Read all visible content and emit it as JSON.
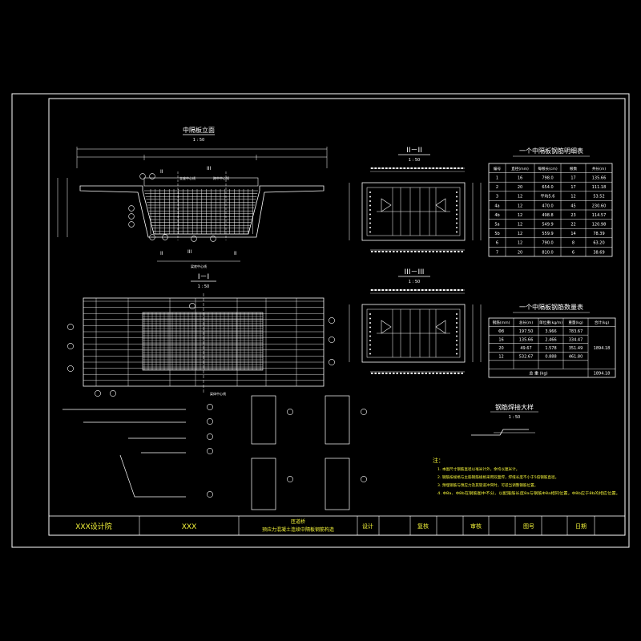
{
  "views": {
    "elevation": {
      "title": "中隔板立面",
      "scale": "1 : 50",
      "section_mark": "II",
      "mark3": "III",
      "center": "支座中心线",
      "center2": "跨中中心线",
      "base": "梁底中心线"
    },
    "section_1": {
      "title": "I－I",
      "scale": "1 : 50",
      "center": "梁体中心线"
    },
    "section_2": {
      "title": "II－II",
      "scale": "1 : 50"
    },
    "section_3": {
      "title": "III－III",
      "scale": "1 : 50"
    },
    "weld": {
      "title": "钢筋焊接大样",
      "scale": "1 : 50"
    }
  },
  "detail_table": {
    "title": "一个中隔板钢筋明细表",
    "headers": [
      "编号",
      "直径(mm)",
      "每根长(cm)",
      "根数",
      "共长(m)"
    ],
    "rows": [
      [
        "1",
        "16",
        "798.0",
        "17",
        "135.66"
      ],
      [
        "2",
        "20",
        "654.0",
        "17",
        "111.18"
      ],
      [
        "3",
        "12",
        "平均5.6",
        "12",
        "53.52"
      ],
      [
        "4a",
        "12",
        "470.0",
        "45",
        "230.60"
      ],
      [
        "4b",
        "12",
        "498.8",
        "23",
        "114.57"
      ],
      [
        "5a",
        "12",
        "549.9",
        "22",
        "120.98"
      ],
      [
        "5b",
        "12",
        "559.9",
        "14",
        "78.39"
      ],
      [
        "6",
        "12",
        "790.0",
        "8",
        "63.20"
      ],
      [
        "7",
        "20",
        "810.0",
        "6",
        "38.69"
      ]
    ]
  },
  "qty_table": {
    "title": "一个中隔板钢筋数量表",
    "headers": [
      "钢筋(mm)",
      "总长(m)",
      "单位重(kg/m)",
      "重量(kg)",
      "合计(kg)"
    ],
    "rows": [
      [
        "Φ8",
        "197.50",
        "3.966",
        "783.67",
        ""
      ],
      [
        "16",
        "135.66",
        "2.466",
        "334.47",
        ""
      ],
      [
        "20",
        "49.67",
        "1.578",
        "351.49",
        ""
      ],
      [
        "12",
        "532.67",
        "0.888",
        "461.80",
        ""
      ]
    ],
    "merged_total": "1894.18",
    "total_label": "总  重  (kg)",
    "total_value": "1894.18"
  },
  "notes": {
    "heading": "注：",
    "items": [
      "1.  本图尺寸钢筋直径以毫米计外，余均以厘米计。",
      "2.  钢筋按规格与主筋钢筋规格采用双面焊，焊缝长度不小于5倍钢筋直径。",
      "3.  预埋钢筋与预应力及其管道冲突时，可适当调整钢筋位置。",
      "4.  Φ8a、Φ8b在钢筋图中不分，以配箍筋长度8a与钢筋Φ8a相同位置，Φ8b应于8b的相应位置。"
    ]
  },
  "title_block": {
    "company": "XXX设计院",
    "project": "XXX",
    "drawing_title_1": "匝道桥",
    "drawing_title_2": "预应力混凝土连续中隔板钢筋构造",
    "design": "设计",
    "review": "复核",
    "audit": "审核",
    "drawing_no": "图号",
    "date": "日期"
  },
  "colors": {
    "line": "#ffffff",
    "accent": "#3cf23c",
    "annotation": "#f4f43a",
    "background": "#000000"
  }
}
